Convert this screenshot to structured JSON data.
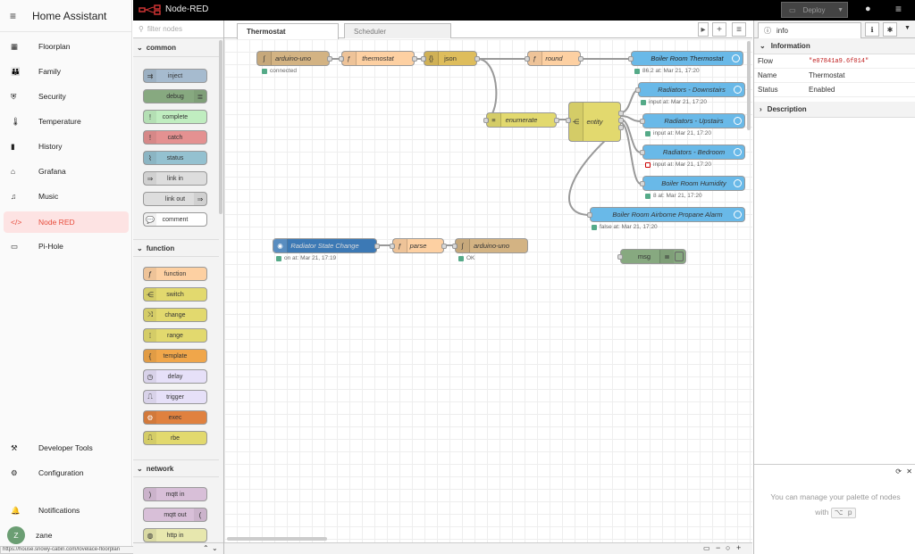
{
  "ha": {
    "title": "Home Assistant",
    "items": [
      {
        "label": "Floorplan",
        "icon": "floorplan-icon"
      },
      {
        "label": "Family",
        "icon": "family-icon"
      },
      {
        "label": "Security",
        "icon": "shield-icon"
      },
      {
        "label": "Temperature",
        "icon": "thermometer-icon"
      },
      {
        "label": "History",
        "icon": "chart-icon"
      },
      {
        "label": "Grafana",
        "icon": "home-icon"
      },
      {
        "label": "Music",
        "icon": "playlist-icon"
      },
      {
        "label": "Node RED",
        "icon": "code-icon",
        "active": true
      },
      {
        "label": "Pi-Hole",
        "icon": "monitor-icon"
      }
    ],
    "bottom": [
      {
        "label": "Developer Tools",
        "icon": "hammer-icon"
      },
      {
        "label": "Configuration",
        "icon": "gear-icon"
      },
      {
        "label": "Notifications",
        "icon": "bell-icon"
      }
    ],
    "user": {
      "initial": "Z",
      "name": "zane"
    },
    "status_url": "https://house.snowy-cabin.com/lovelace-floorplan"
  },
  "nr": {
    "title": "Node-RED",
    "deploy": "Deploy",
    "filter_placeholder": "filter nodes",
    "categories": [
      {
        "name": "common",
        "nodes": [
          "inject",
          "debug",
          "complete",
          "catch",
          "status",
          "link in",
          "link out",
          "comment"
        ]
      },
      {
        "name": "function",
        "nodes": [
          "function",
          "switch",
          "change",
          "range",
          "template",
          "delay",
          "trigger",
          "exec",
          "rbe"
        ]
      },
      {
        "name": "network",
        "nodes": [
          "mqtt in",
          "mqtt out",
          "http in"
        ]
      }
    ],
    "tabs": [
      "Thermostat",
      "Scheduler"
    ],
    "flow_nodes": {
      "arduino1": "arduino-uno",
      "arduino1_status": "connected",
      "thermostat": "thermostat",
      "json": "json",
      "round": "round",
      "boiler_thermostat": "Boiler Room Thermostat",
      "boiler_thermostat_status": "86.2 at: Mar 21, 17:20",
      "enumerate": "enumerate",
      "entity": "entity",
      "rad_down": "Radiators - Downstairs",
      "rad_down_status": "input at: Mar 21, 17:20",
      "rad_up": "Radiators - Upstairs",
      "rad_up_status": "input at: Mar 21, 17:20",
      "rad_bed": "Radiators - Bedroom",
      "rad_bed_status": "input at: Mar 21, 17:20",
      "humidity": "Boiler Room Humidity",
      "humidity_status": "8 at: Mar 21, 17:20",
      "propane": "Boiler Room Airborne Propane Alarm",
      "propane_status": "false at: Mar 21, 17:20",
      "rad_state": "Radiator State Change",
      "rad_state_status": "on at: Mar 21, 17:19",
      "parse": "parse",
      "arduino2": "arduino-uno",
      "arduino2_status": "OK",
      "msg": "msg"
    },
    "sidebar": {
      "tab": "info",
      "info_header": "Information",
      "rows": [
        {
          "k": "Flow",
          "v": "\"e07841a9.6f014\""
        },
        {
          "k": "Name",
          "v": "Thermostat"
        },
        {
          "k": "Status",
          "v": "Enabled"
        }
      ],
      "description": "Description",
      "help_text": "You can manage your palette of nodes with",
      "help_key": "⌥ p"
    }
  }
}
